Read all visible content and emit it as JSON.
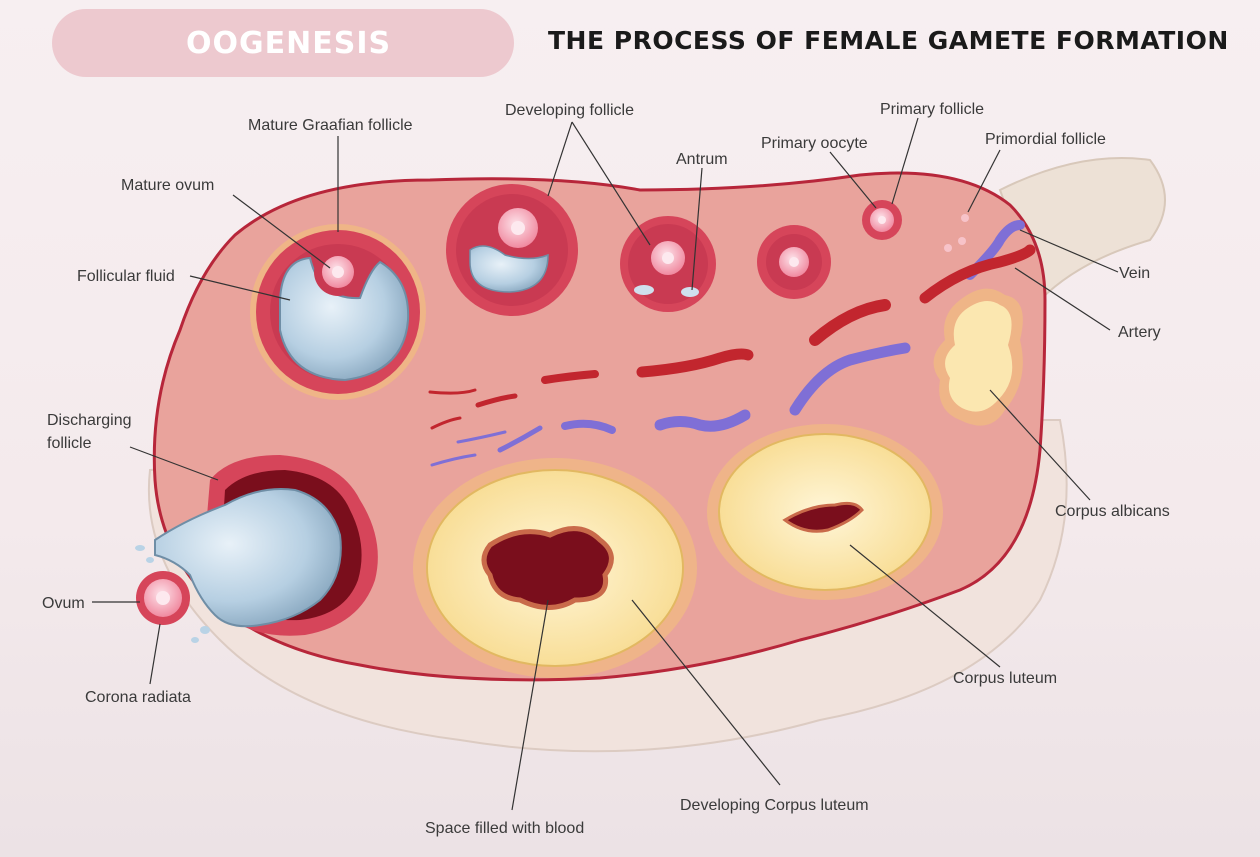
{
  "header": {
    "title": "OOGENESIS",
    "subtitle": "THE PROCESS OF FEMALE GAMETE FORMATION"
  },
  "labels": {
    "mature_graafian_follicle": "Mature Graafian follicle",
    "developing_follicle": "Developing follicle",
    "primary_follicle": "Primary follicle",
    "antrum": "Antrum",
    "primary_oocyte": "Primary oocyte",
    "primordial_follicle": "Primordial follicle",
    "mature_ovum": "Mature ovum",
    "follicular_fluid": "Follicular fluid",
    "vein": "Vein",
    "artery": "Artery",
    "discharging_follicle_1": "Discharging",
    "discharging_follicle_2": "follicle",
    "corpus_albicans": "Corpus albicans",
    "ovum": "Ovum",
    "corona_radiata": "Corona radiata",
    "corpus_luteum": "Corpus luteum",
    "developing_corpus_luteum": "Developing Corpus luteum",
    "space_filled_with_blood": "Space filled with blood"
  },
  "colors": {
    "title_pill": "#edc9cf",
    "ovary_fill": "#e9a39c",
    "ovary_border": "#b7263a",
    "follicle_ring": "#d6455a",
    "fluid": "#b9d3e6",
    "corpus": "#fbe7b0",
    "blood": "#8a1020",
    "vein": "#7f6fd6",
    "artery": "#c2262e"
  }
}
